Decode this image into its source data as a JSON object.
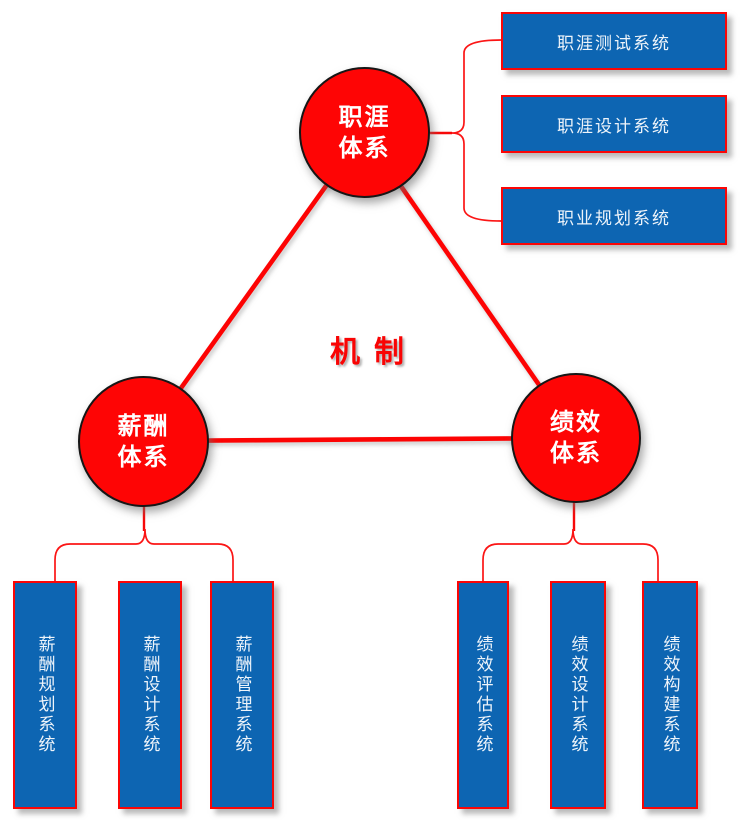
{
  "palette": {
    "node_red": "#fe0505",
    "line_red": "#fd0303",
    "bar_blue": "#0d65b2",
    "bar_border_red": "#fb0606",
    "circle_border": "#161616",
    "text_white": "#ffffff"
  },
  "center_label": "机制",
  "nodes": {
    "career": {
      "line1": "职涯",
      "line2": "体系"
    },
    "salary": {
      "line1": "薪酬",
      "line2": "体系"
    },
    "performance": {
      "line1": "绩效",
      "line2": "体系"
    }
  },
  "career_systems": [
    {
      "label": "职涯测试系统"
    },
    {
      "label": "职涯设计系统"
    },
    {
      "label": "职业规划系统"
    }
  ],
  "salary_systems": [
    {
      "label": "薪酬规划系统"
    },
    {
      "label": "薪酬设计系统"
    },
    {
      "label": "薪酬管理系统"
    }
  ],
  "performance_systems": [
    {
      "label": "绩效评估系统"
    },
    {
      "label": "绩效设计系统"
    },
    {
      "label": "绩效构建系统"
    }
  ]
}
